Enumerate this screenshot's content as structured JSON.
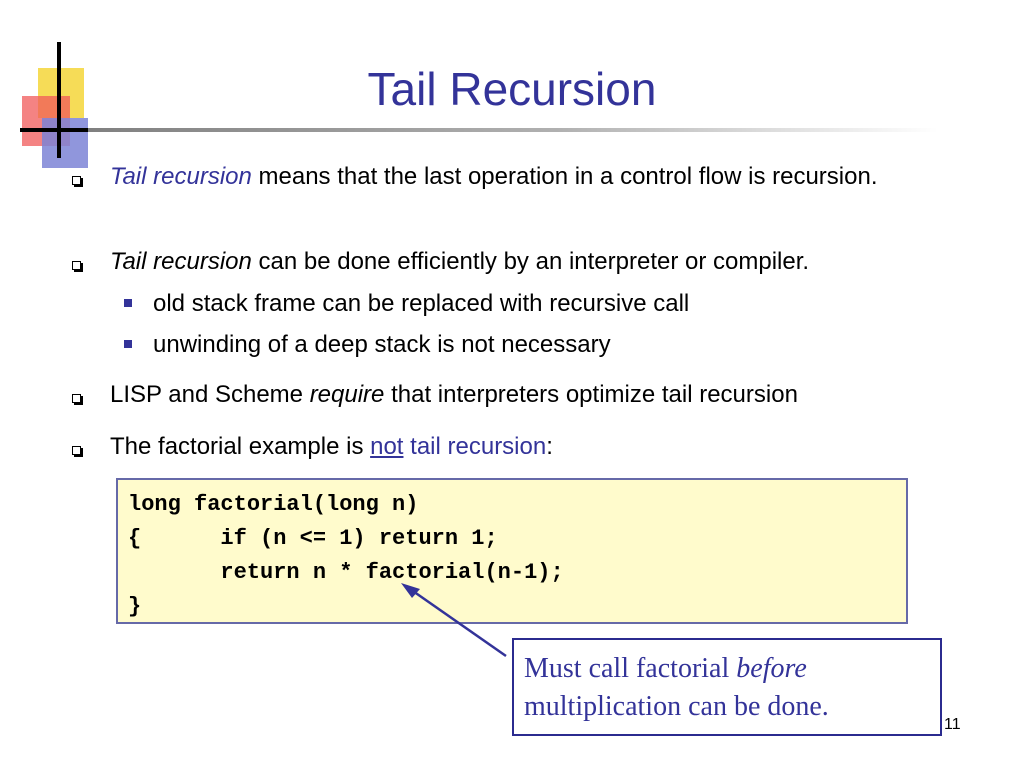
{
  "slide": {
    "title": "Tail Recursion",
    "bullets": [
      {
        "lead_italic": "Tail recursion",
        "text": " means that the last operation in a control flow is recursion."
      },
      {
        "lead_italic": "Tail recursion",
        "text": " can be done efficiently by an interpreter or compiler.",
        "sub": [
          "old stack frame can be replaced with recursive call",
          "unwinding of a deep stack is not necessary"
        ]
      },
      {
        "pre": "LISP and Scheme ",
        "italic": "require",
        "post": " that interpreters optimize tail recursion"
      },
      {
        "pre": "The factorial example is ",
        "link_underlined": "not",
        "space": " ",
        "link": "tail recursion",
        "post": ":"
      }
    ],
    "code": [
      "long factorial(long n)",
      "{      if (n <= 1) return 1;",
      "       return n * factorial(n-1);",
      "}"
    ],
    "callout": {
      "text": "Must call factorial ",
      "italic": "before",
      "text2": "multiplication can be done."
    },
    "page_number": "11"
  }
}
